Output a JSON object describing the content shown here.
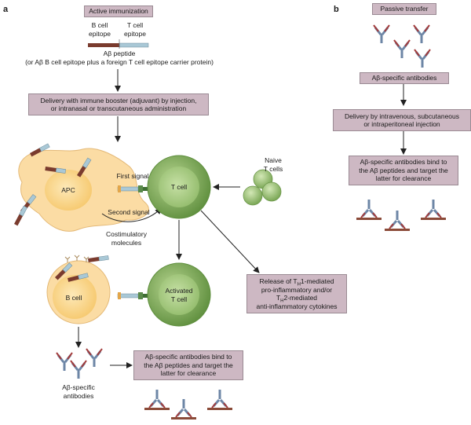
{
  "panel_a": {
    "label": "a",
    "active_immunization": "Active immunization",
    "b_cell_epitope_line1": "B cell",
    "b_cell_epitope_line2": "epitope",
    "t_cell_epitope_line1": "T cell",
    "t_cell_epitope_line2": "epitope",
    "peptide_line1": "Aβ peptide",
    "peptide_line2": "(or Aβ B cell epitope plus a foreign T cell epitope carrier protein)",
    "delivery_line1": "Delivery with immune booster (adjuvant) by injection,",
    "delivery_line2": "or intranasal or transcutaneous administration",
    "apc": "APC",
    "t_cell": "T cell",
    "first_signal": "First signal",
    "second_signal": "Second signal",
    "costim_line1": "Costimulatory",
    "costim_line2": "molecules",
    "naive_line1": "Naive",
    "naive_line2": "T cells",
    "b_cell": "B cell",
    "activated_line1": "Activated",
    "activated_line2": "T cell",
    "release_line1_pre": "Release of T",
    "release_sub1": "H",
    "release_line1_post": "1-mediated",
    "release_line2": "pro-inflammatory and/or",
    "release_line3_pre": "T",
    "release_sub2": "H",
    "release_line3_post": "2-mediated",
    "release_line4": "anti-inflammatory cytokines",
    "antibodies_line1": "Aβ-specific",
    "antibodies_line2": "antibodies",
    "bind_line1": "Aβ-specific antibodies bind to",
    "bind_line2": "the Aβ peptides and target the",
    "bind_line3": "latter for clearance"
  },
  "panel_b": {
    "label": "b",
    "passive_transfer": "Passive transfer",
    "abeta_antibodies": "Aβ-specific antibodies",
    "delivery_line1": "Delivery by intravenous, subcutaneous",
    "delivery_line2": "or intraperitoneal injection",
    "bind_line1": "Aβ-specific antibodies bind to",
    "bind_line2": "the Aβ peptides and target the",
    "bind_line3": "latter for clearance"
  },
  "colors": {
    "box_fill": "#cdb8c3",
    "apc_fill": "#fbdca4",
    "t_cell_fill": "#8db56a",
    "peptide_brown": "#7a3b2e",
    "peptide_blue": "#a9c8d6",
    "antibody_blue": "#6d86a6",
    "antibody_red": "#a23b3b"
  }
}
